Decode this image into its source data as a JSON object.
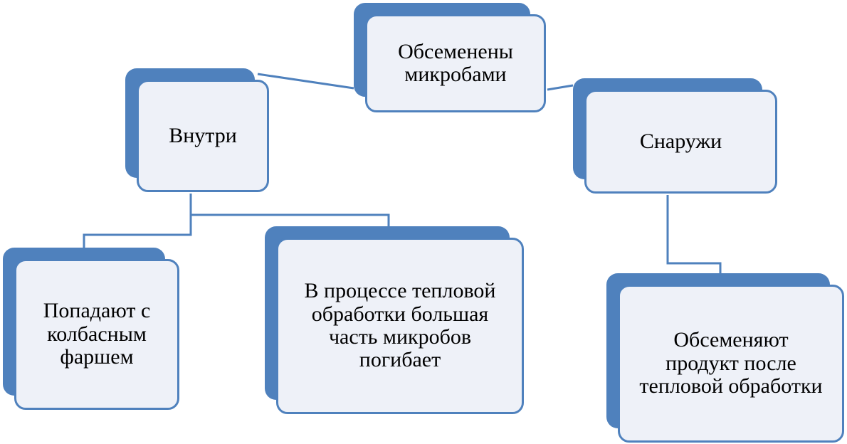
{
  "diagram": {
    "nodes": {
      "root": "Обсеменены\nмикробами",
      "inside": "Внутри",
      "outside": "Снаружи",
      "mince": "Попадают с\nколбасным\nфаршем",
      "heat": "В процессе тепловой\nобработки большая\nчасть микробов\nпогибает",
      "after": "Обсеменяют\nпродукт после\nтепловой обработки"
    },
    "colors": {
      "accent": "#4f81bd",
      "box_fill": "#eef1f8",
      "text": "#000000"
    }
  }
}
